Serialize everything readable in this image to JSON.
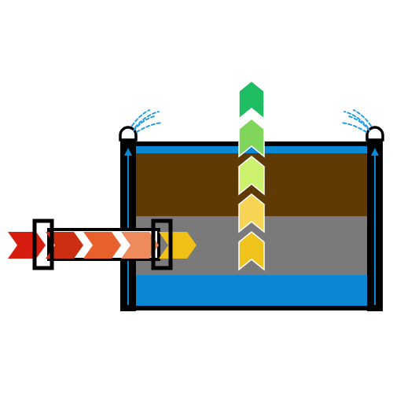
{
  "colors": {
    "background": "#ffffff",
    "outline": "#000000",
    "water": "#0a88d4",
    "soil": "#603a05",
    "rock": "#7a7a7a",
    "riser_line": "#0a88d4",
    "spray": "#2b9ee0",
    "input_arrows": [
      "#d61d0f",
      "#cc2e12",
      "#e8612d",
      "#ee8a5c",
      "#f1c017"
    ],
    "output_arrows": [
      "#f0c21c",
      "#f8d455",
      "#ccf26e",
      "#7fd65a",
      "#1ebd62"
    ],
    "pipe_fill": "#ffffff",
    "sprinkler_fill": "#ffffff"
  },
  "icons": {
    "tank": "layered-tank-icon",
    "risers": "riser-pipe-icon",
    "sprinklers": "sprinkler-spray-icon",
    "inlet": "inlet-pipe-icon",
    "input_flow": "chevron-right-icon",
    "output_flow": "chevron-up-icon"
  },
  "layers": [
    "water",
    "soil",
    "rock",
    "water"
  ]
}
